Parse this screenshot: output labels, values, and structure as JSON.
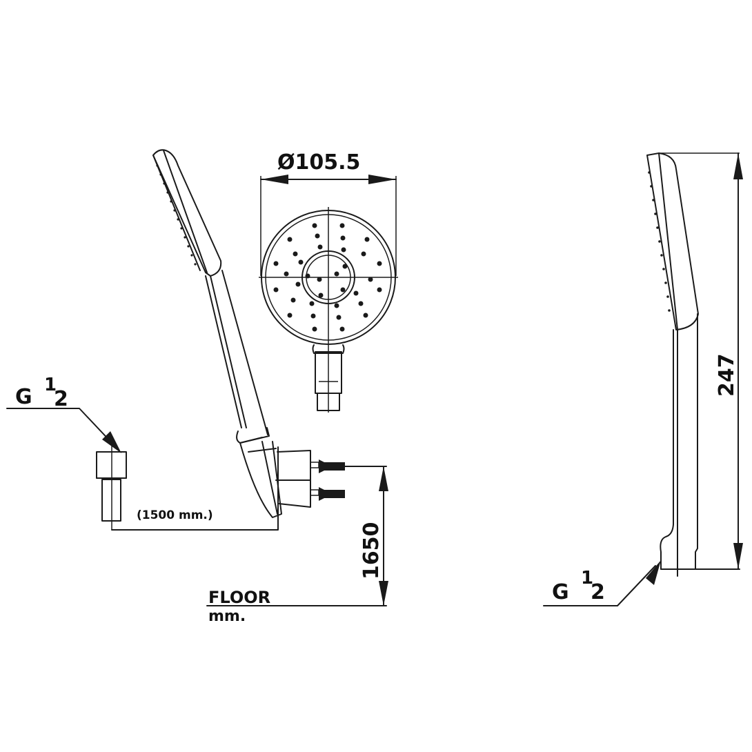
{
  "diagram": {
    "type": "technical-drawing",
    "subject": "Hand shower with wall bracket and hose",
    "units": "mm.",
    "views": {
      "side_installed": {
        "thread_label": {
          "main": "G",
          "num": "1",
          "den": "2"
        },
        "hose_length": "(1500 mm.)",
        "mount_height": "1650",
        "floor_label": "FLOOR",
        "units_label": "mm."
      },
      "front_head": {
        "diameter": "Ø105.5"
      },
      "side_profile": {
        "length": "247",
        "thread_label": {
          "main": "G",
          "num": "1",
          "den": "2"
        }
      }
    },
    "colors": {
      "line": "#1a1a1a",
      "background": "#ffffff"
    }
  }
}
